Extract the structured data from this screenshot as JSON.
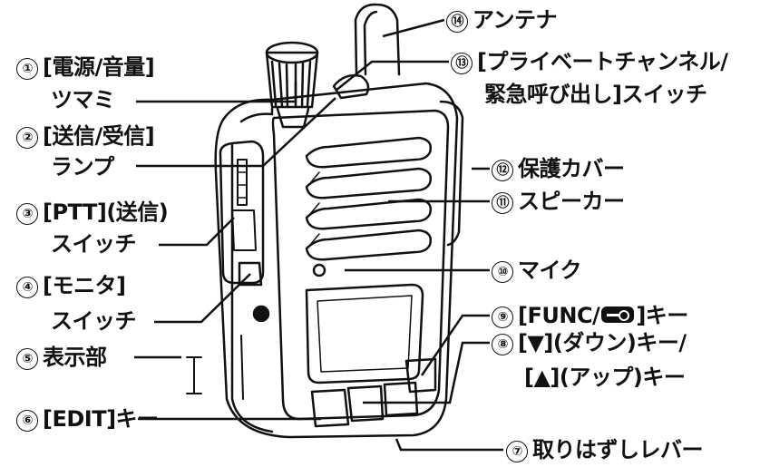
{
  "labels": {
    "n1": "①",
    "l1a": "[電源/音量]",
    "l1b": "ツマミ",
    "n2": "②",
    "l2a": "[送信/受信]",
    "l2b": "ランプ",
    "n3": "③",
    "l3a": "[PTT](送信)",
    "l3b": "スイッチ",
    "n4": "④",
    "l4a": "[モニタ]",
    "l4b": "スイッチ",
    "n5": "⑤",
    "l5": "表示部",
    "n6": "⑥",
    "l6": "[EDIT]キー",
    "n7": "⑦",
    "l7": "取りはずしレバー",
    "n8": "⑧",
    "l8a": "[▼](ダウン)キー/",
    "l8b": "[▲](アップ)キー",
    "n9": "⑨",
    "l9a": "[FUNC/",
    "l9b": "]キー",
    "n10": "⑩",
    "l10": "マイク",
    "n11": "⑪",
    "l11": "スピーカー",
    "n12": "⑫",
    "l12": "保護カバー",
    "n13": "⑬",
    "l13a": "[プライベートチャンネル/",
    "l13b": "緊急呼び出し]スイッチ",
    "n14": "⑭",
    "l14": "アンテナ"
  },
  "icons": {
    "func_key": "key-icon"
  }
}
